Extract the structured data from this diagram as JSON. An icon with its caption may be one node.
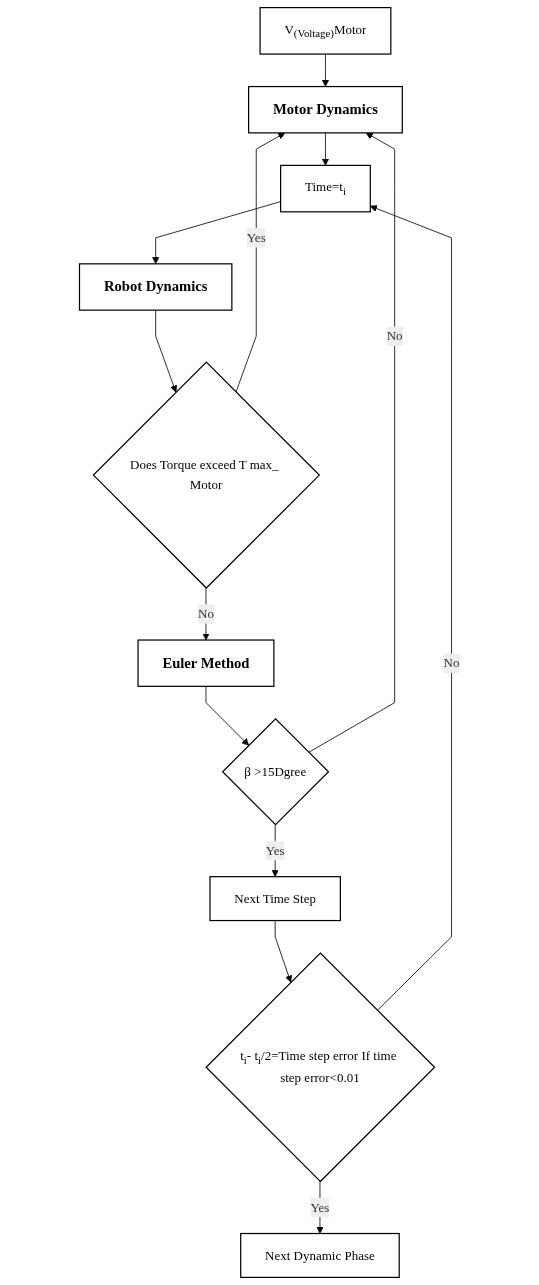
{
  "diagram": {
    "nodes": [
      {
        "text": [
          "V$_{(Voltage)}$Motor"
        ]
      },
      {
        "text": [
          "Motor Dynamics"
        ]
      },
      {
        "text": [
          "Time=t$_{i}$"
        ]
      },
      {
        "text": [
          "Robot Dynamics"
        ]
      },
      {
        "text": [
          "Does Torque exceed T max_ Motor"
        ]
      },
      {
        "text": [
          "Euler Method"
        ]
      },
      {
        "text": [
          "β >15Dgree"
        ]
      },
      {
        "text": [
          "Next Time Step"
        ]
      },
      {
        "text": [
          "t$_{i}$- t$_{i}$/2=Time step error If time step error<0.01"
        ]
      },
      {
        "text": [
          "Next Dynamic Phase"
        ]
      }
    ],
    "edges": [
      {
        "from": 0,
        "to": 1,
        "arrow": "to"
      },
      {
        "from": 1,
        "to": 2,
        "arrow": "to"
      },
      {
        "from": 2,
        "to": 3,
        "arrow": "to"
      },
      {
        "from": 3,
        "to": 4,
        "arrow": "to"
      },
      {
        "from": 4,
        "to": 1,
        "arrow": "to",
        "label": "Yes"
      },
      {
        "from": 4,
        "to": 5,
        "arrow": "to",
        "label": "No"
      },
      {
        "from": 5,
        "to": 6,
        "arrow": "to"
      },
      {
        "from": 6,
        "to": 1,
        "arrow": "to",
        "label": "No"
      },
      {
        "from": 6,
        "to": 7,
        "arrow": "to",
        "label": "Yes"
      },
      {
        "from": 7,
        "to": 8,
        "arrow": "to"
      },
      {
        "from": 8,
        "to": 2,
        "arrow": "to",
        "label": "No"
      },
      {
        "from": 8,
        "to": 9,
        "arrow": "to",
        "label": "Yes"
      }
    ]
  }
}
